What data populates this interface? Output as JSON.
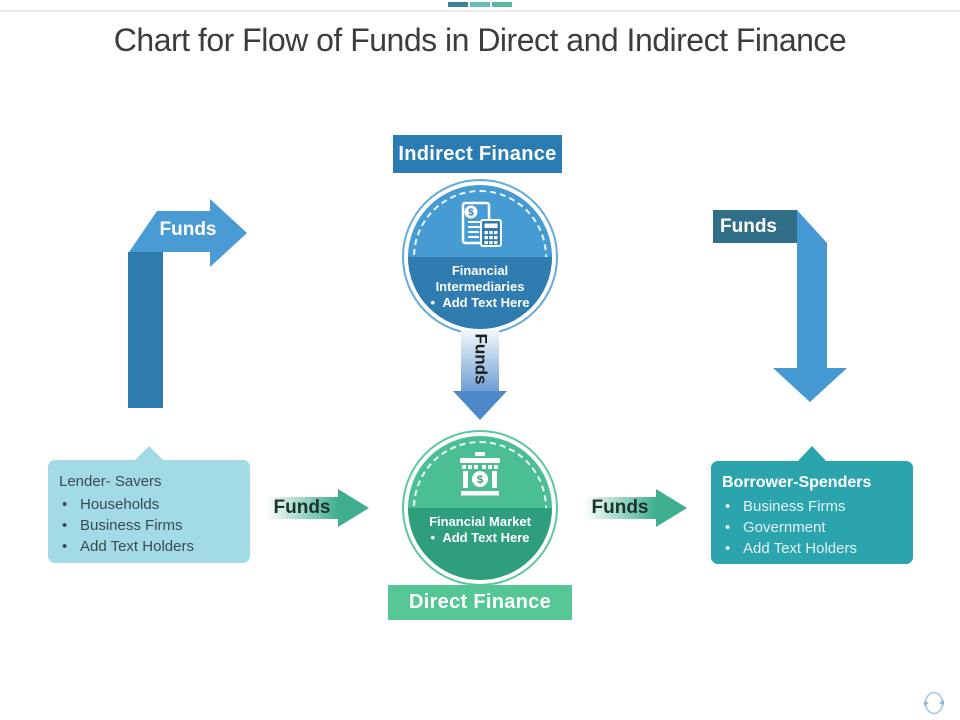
{
  "header": {
    "title": "Chart for Flow of Funds in Direct and Indirect Finance",
    "dash_colors": [
      "#3b8093",
      "#65bac2",
      "#55b9a1"
    ]
  },
  "indirect_finance": {
    "badge": "Indirect Finance",
    "node": {
      "title": "Financial Intermediaries",
      "bullet": "•",
      "subtitle": "Add Text Here"
    }
  },
  "direct_finance": {
    "badge": "Direct Finance",
    "node": {
      "title": "Financial Market",
      "bullet": "•",
      "subtitle": "Add Text Here"
    }
  },
  "lender_box": {
    "title": "Lender- Savers",
    "bullet": "•",
    "items": [
      "Households",
      "Business Firms",
      "Add Text Holders"
    ]
  },
  "borrower_box": {
    "title": "Borrower-Spenders",
    "bullet": "•",
    "items": [
      "Business Firms",
      "Government",
      "Add Text Holders"
    ]
  },
  "funds_labels": {
    "left_up": "Funds",
    "center_down": "Funds",
    "lender_to_market": "Funds",
    "market_to_borrower": "Funds",
    "right_down": "Funds"
  },
  "icons": {
    "dollar": "$"
  },
  "colors": {
    "indirect_badge": "#2b7cb2",
    "direct_badge": "#55c796",
    "blue_node_top": "#459bd2",
    "blue_node_bottom": "#2f7cb0",
    "green_node_top": "#4cbe93",
    "green_node_bottom": "#2f9e7c",
    "lender_box": "#a2dbe6",
    "borrower_box": "#2ba4ae",
    "left_arrow_bar": "#2e7bad",
    "left_arrow_head": "#4a9bd4",
    "right_arrow_label": "#306e88",
    "right_arrow_shaft": "#4499d3",
    "green_arrow": "#3fae90",
    "down_arrow_head": "#4d89c8"
  }
}
